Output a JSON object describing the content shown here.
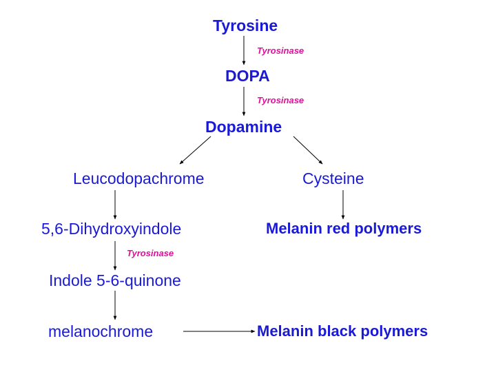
{
  "nodes": {
    "tyrosine": "Tyrosine",
    "dopa": "DOPA",
    "dopamine": "Dopamine",
    "leucodopachrome": "Leucodopachrome",
    "cysteine": "Cysteine",
    "dihydroxyindole": "5,6-Dihydroxyindole",
    "melanin_red": "Melanin red polymers",
    "indole_quinone": "Indole 5-6-quinone",
    "melanochrome": "melanochrome",
    "melanin_black": "Melanin black polymers"
  },
  "enzymes": {
    "tyrosine_to_dopa": "Tyrosinase",
    "dopa_to_dopamine": "Tyrosinase",
    "dihydroxyindole_to_quinone": "Tyrosinase"
  },
  "colors": {
    "node_text": "#1a1ad6",
    "enzyme_text": "#e0109a",
    "arrow": "#000000"
  }
}
